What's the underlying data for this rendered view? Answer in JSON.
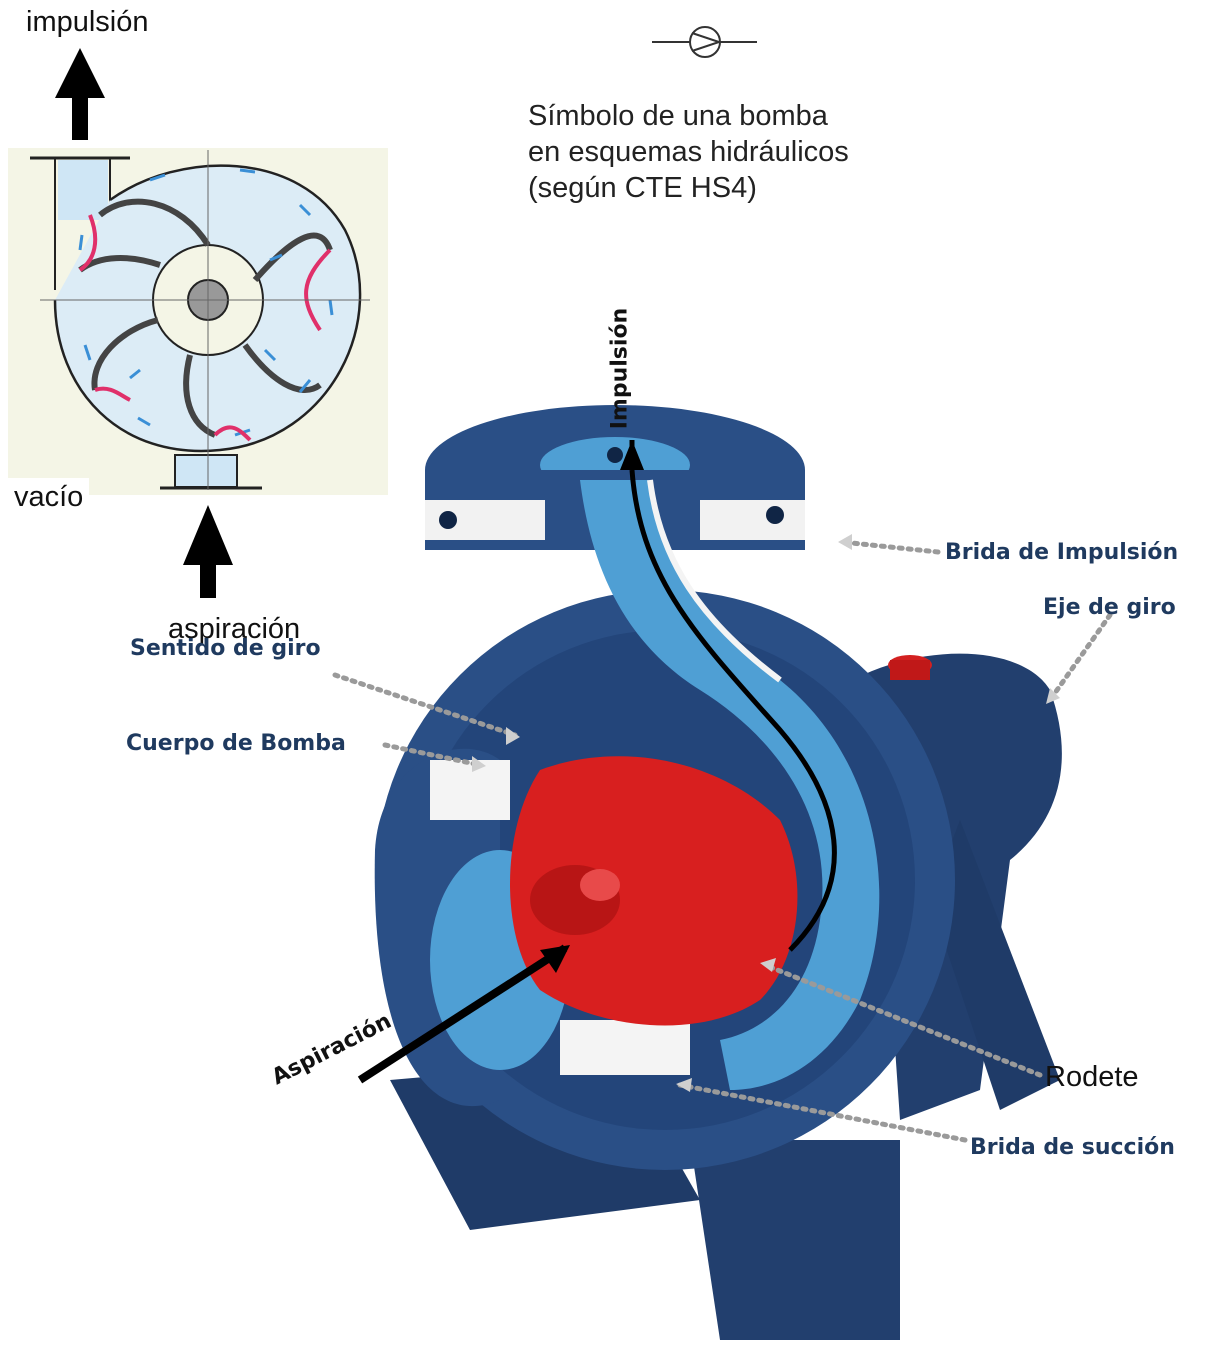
{
  "symbol": {
    "icon": "pump-symbol-icon",
    "caption_lines": [
      "Símbolo de una bomba",
      "en esquemas hidráulicos",
      "(según CTE HS4)"
    ]
  },
  "schematic": {
    "top_label": "impulsión",
    "left_label": "vacío",
    "bottom_label": "aspiración"
  },
  "cutaway": {
    "outlet_label": "Impulsión",
    "inlet_label": "Aspiración",
    "callouts": {
      "brida_impulsion": "Brida de Impulsión",
      "eje_giro": "Eje de giro",
      "sentido_giro": "Sentido de giro",
      "cuerpo_bomba": "Cuerpo de Bomba",
      "rodete": "Rodete",
      "brida_succion": "Brida de succión"
    }
  },
  "colors": {
    "casing_blue": "#2a4f86",
    "volute_light_blue": "#4f9fd4",
    "impeller_red": "#d81f1f",
    "callout_text": "#1f3a5f",
    "callout_dots": "#9a9a9a"
  }
}
